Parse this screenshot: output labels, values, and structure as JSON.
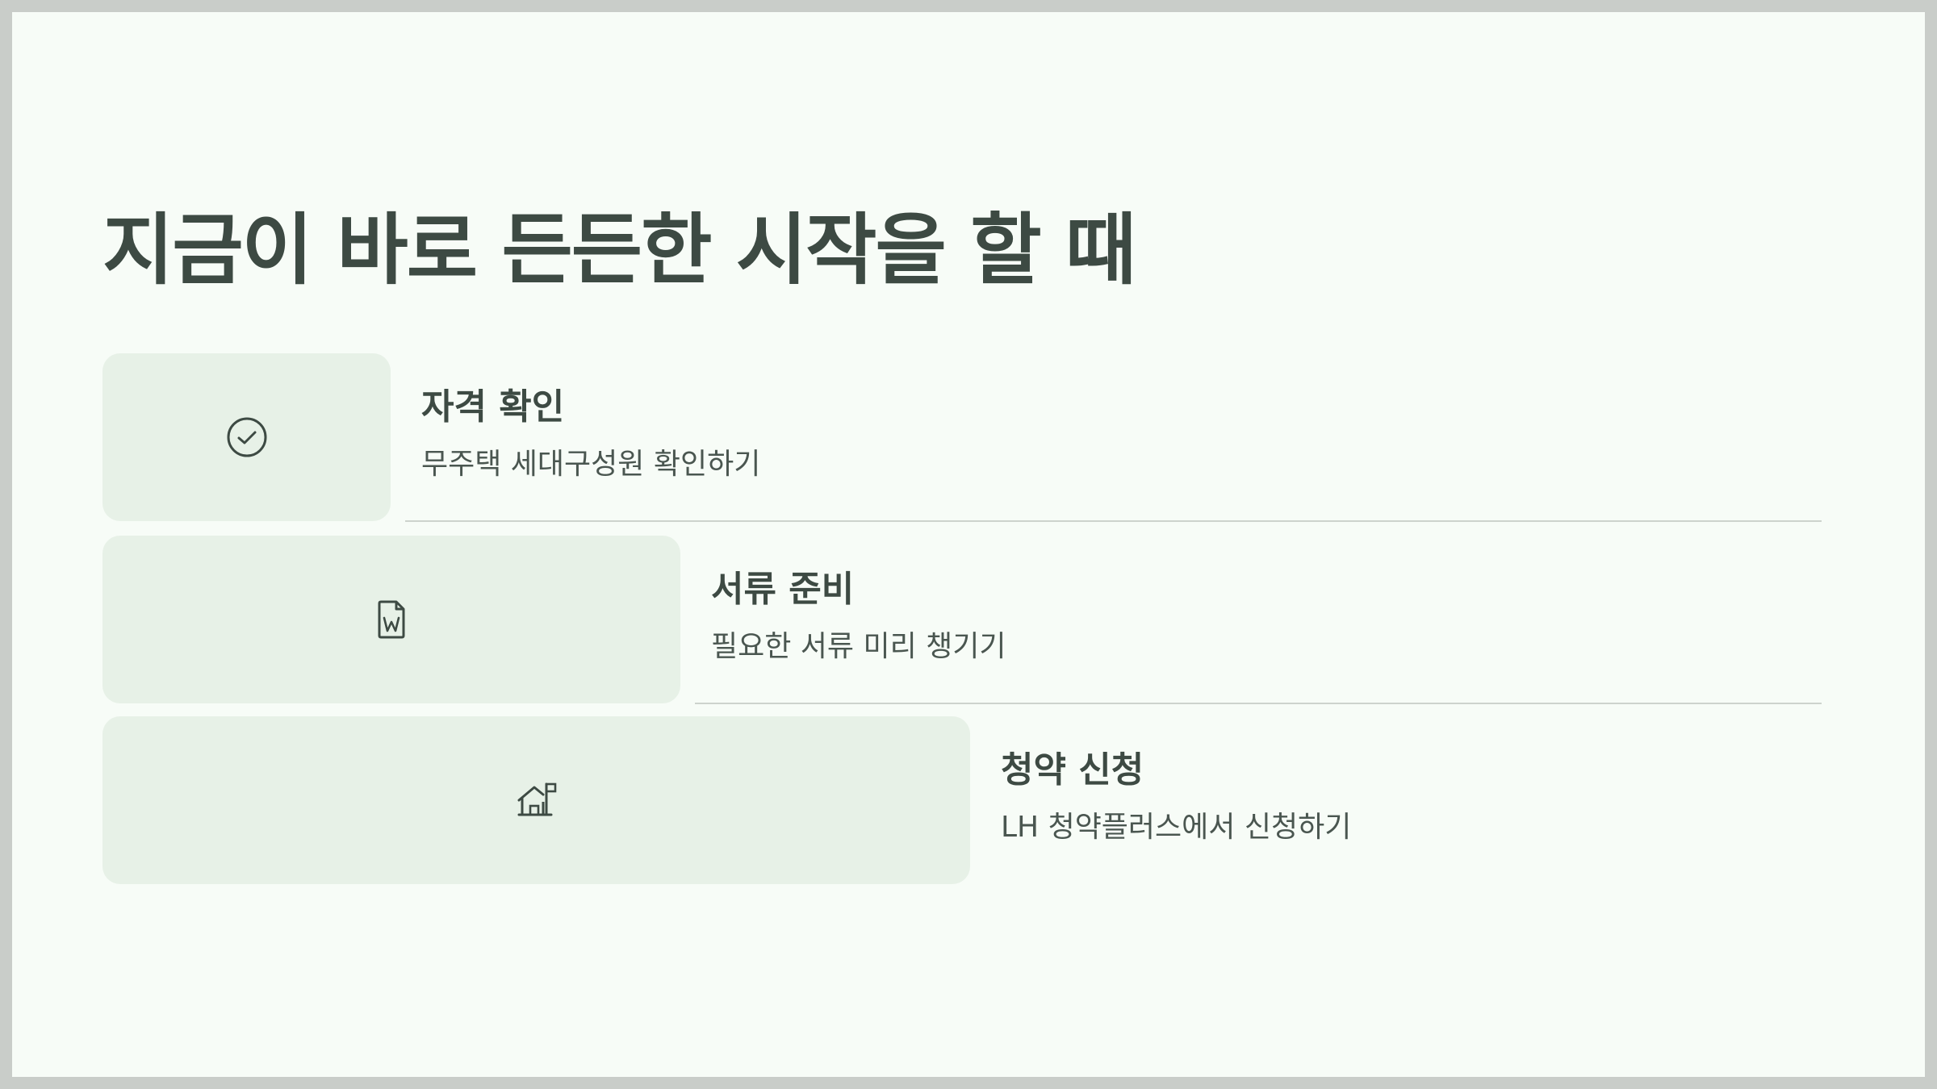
{
  "slide": {
    "title": "지금이 바로 든든한 시작을 할 때"
  },
  "steps": [
    {
      "title": "자격 확인",
      "description": "무주택 세대구성원 확인하기",
      "icon": "check-circle-icon"
    },
    {
      "title": "서류 준비",
      "description": "필요한 서류 미리 챙기기",
      "icon": "word-document-icon"
    },
    {
      "title": "청약 신청",
      "description": "LH 청약플러스에서 신청하기",
      "icon": "house-flag-icon"
    }
  ],
  "colors": {
    "background": "#f7fcf7",
    "frame": "#c9cdc9",
    "card": "#e7f1e7",
    "text": "#3d4a43",
    "divider": "#cdd3cd"
  }
}
